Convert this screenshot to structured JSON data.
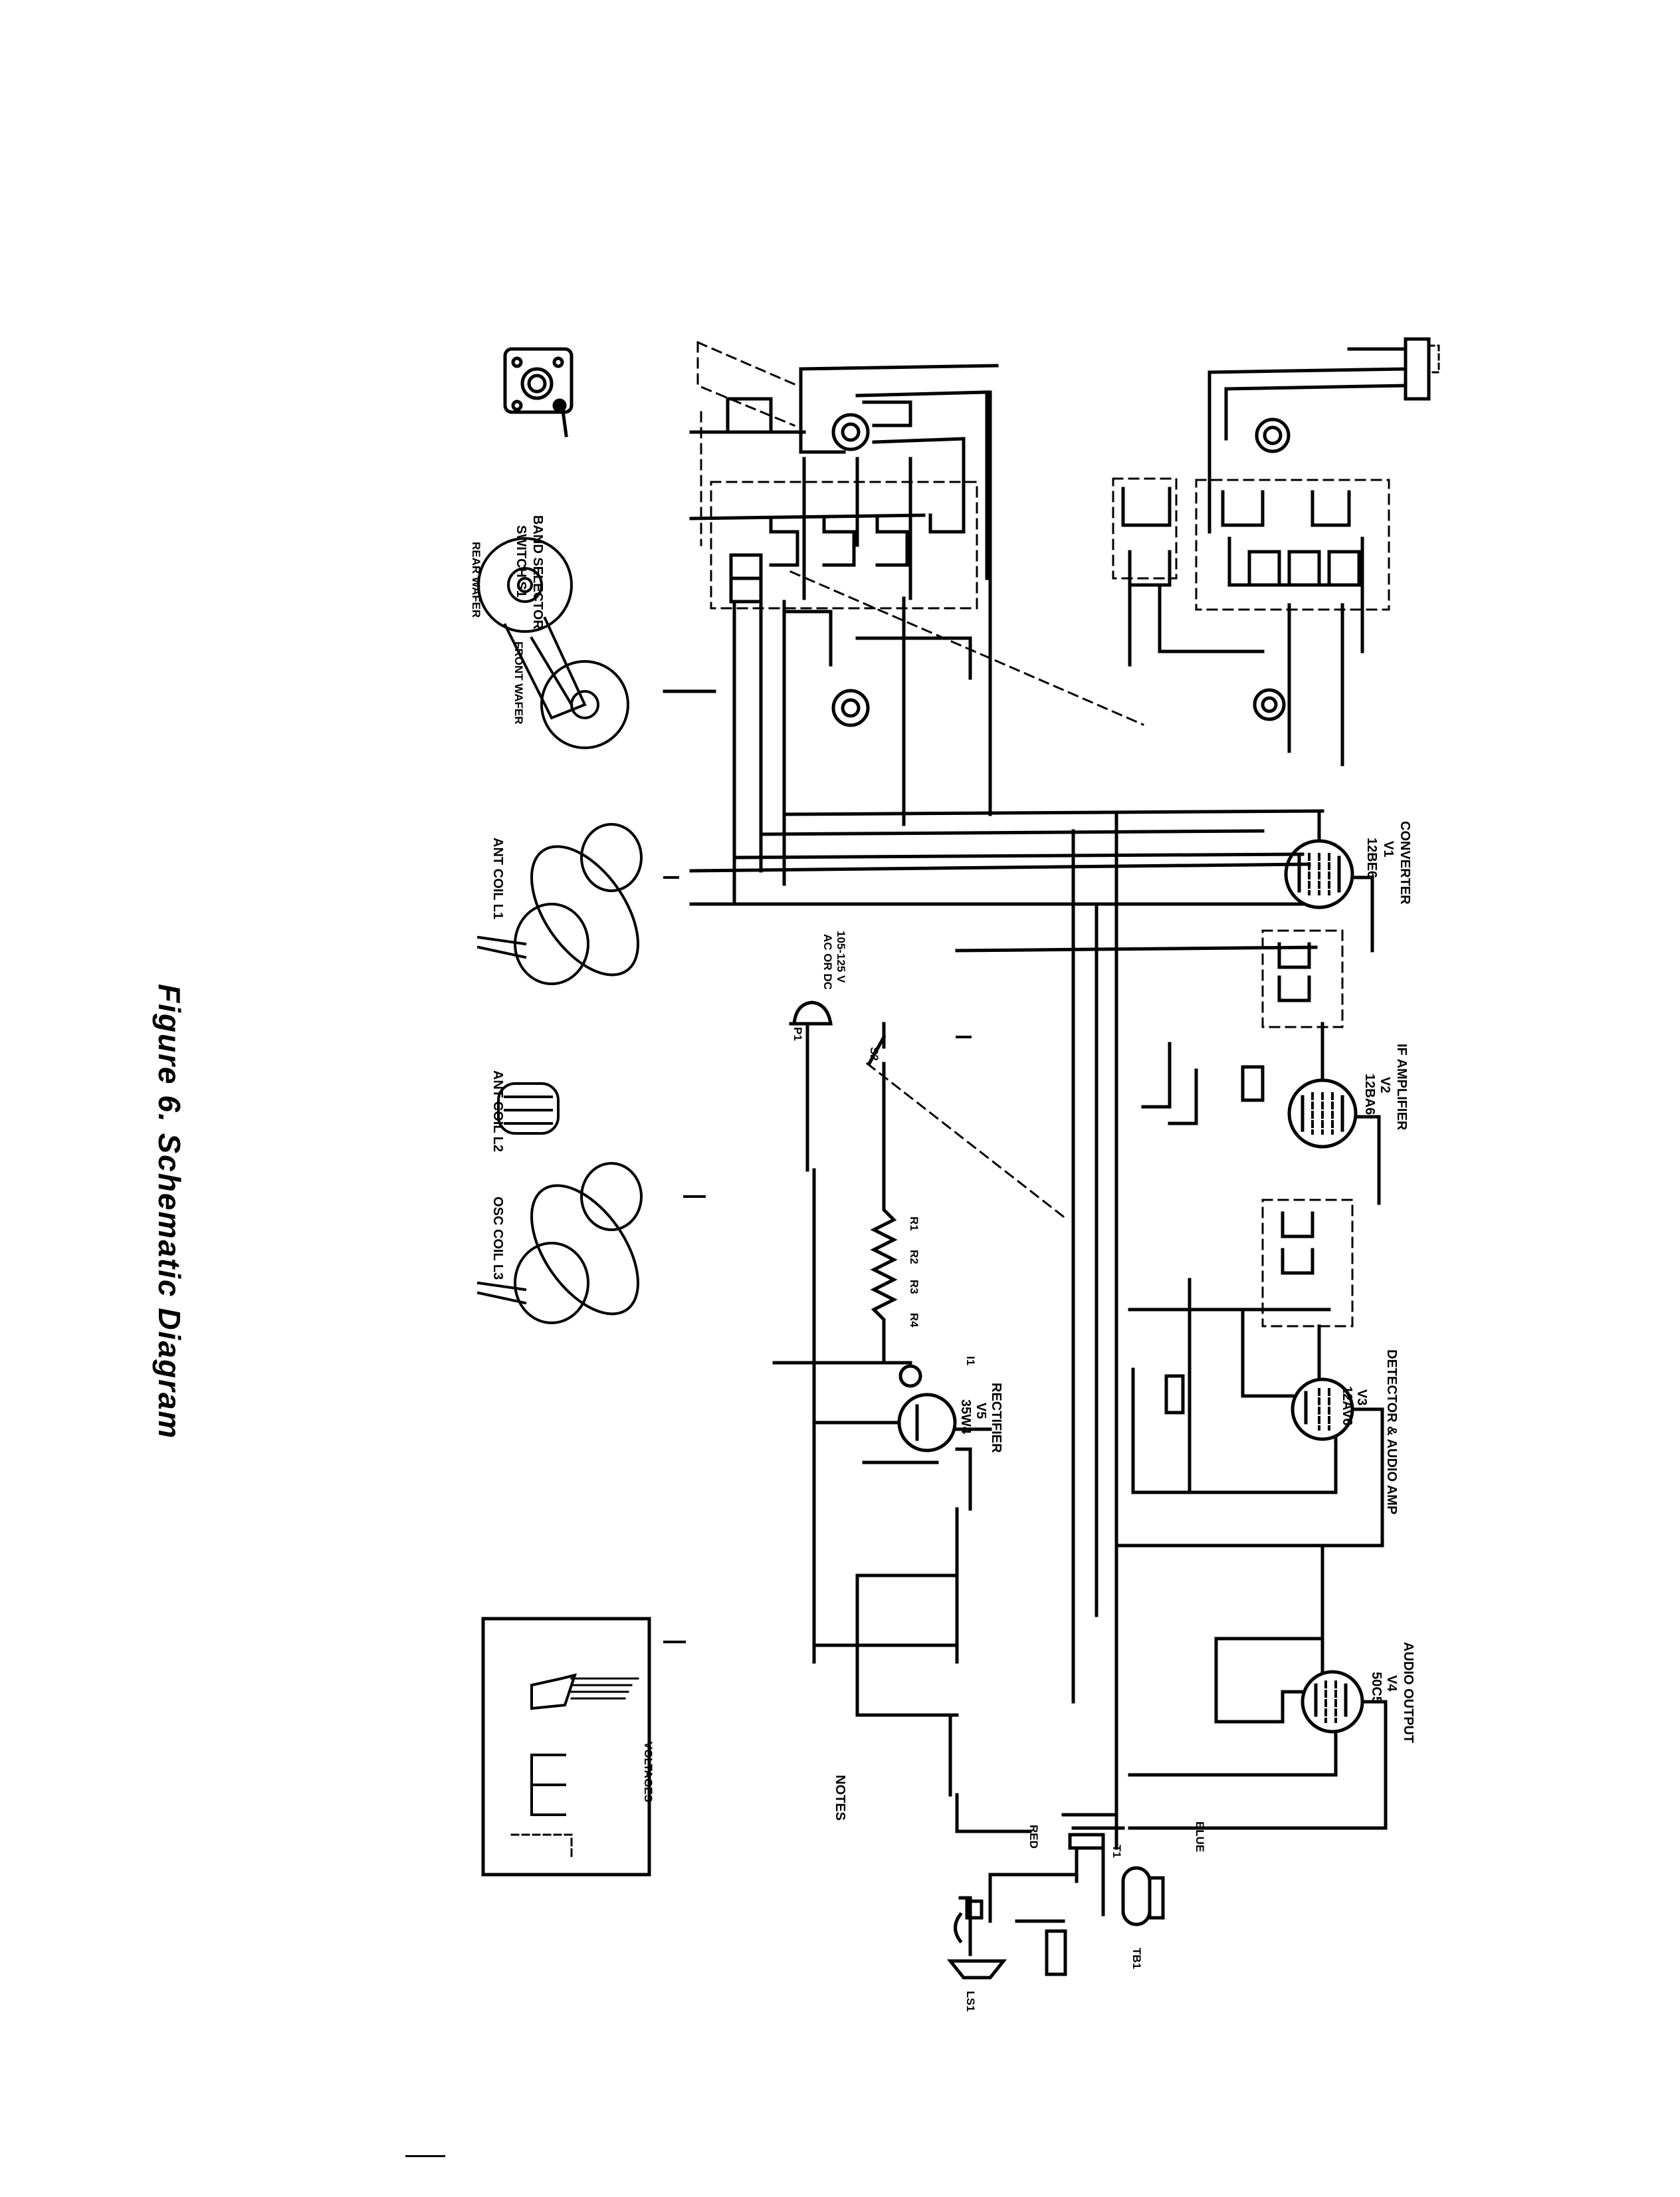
{
  "figure": {
    "caption": "Figure 6. Schematic Diagram",
    "background": "#ffffff",
    "ink": "#000000"
  },
  "tubes": [
    {
      "id": "V1",
      "function": "CONVERTER",
      "type": "12BE6"
    },
    {
      "id": "V2",
      "function": "IF AMPLIFIER",
      "type": "12BA6"
    },
    {
      "id": "V3",
      "function": "DETECTOR & AUDIO AMP",
      "type": "12AV6"
    },
    {
      "id": "V4",
      "function": "AUDIO OUTPUT",
      "type": "50C5"
    },
    {
      "id": "V5",
      "function": "RECTIFIER",
      "type": "35W4"
    }
  ],
  "components": {
    "band_switch": {
      "title": "BAND SELECTOR",
      "subtitle": "SWITCH S1",
      "rear": "REAR WAFER",
      "front": "FRONT WAFER"
    },
    "ant_coil_1": "ANT COIL L1",
    "ant_coil_2": "ANT COIL L2",
    "osc_coil": "OSC COIL L3",
    "power_plug": {
      "id": "P1",
      "rating": "105-125 V",
      "type": "AC OR DC"
    },
    "power_switch": "S2",
    "pilot_lamp": "I1",
    "speaker": "LS1",
    "output_transformer": "T1",
    "terminal_board": "TB1",
    "wire_colors": [
      "RED",
      "BLUE"
    ],
    "heater_resistors": [
      "R1",
      "R2",
      "R3",
      "R4"
    ]
  },
  "notes": {
    "heading": "NOTES",
    "voltage_box_heading": "VOLTAGES"
  }
}
